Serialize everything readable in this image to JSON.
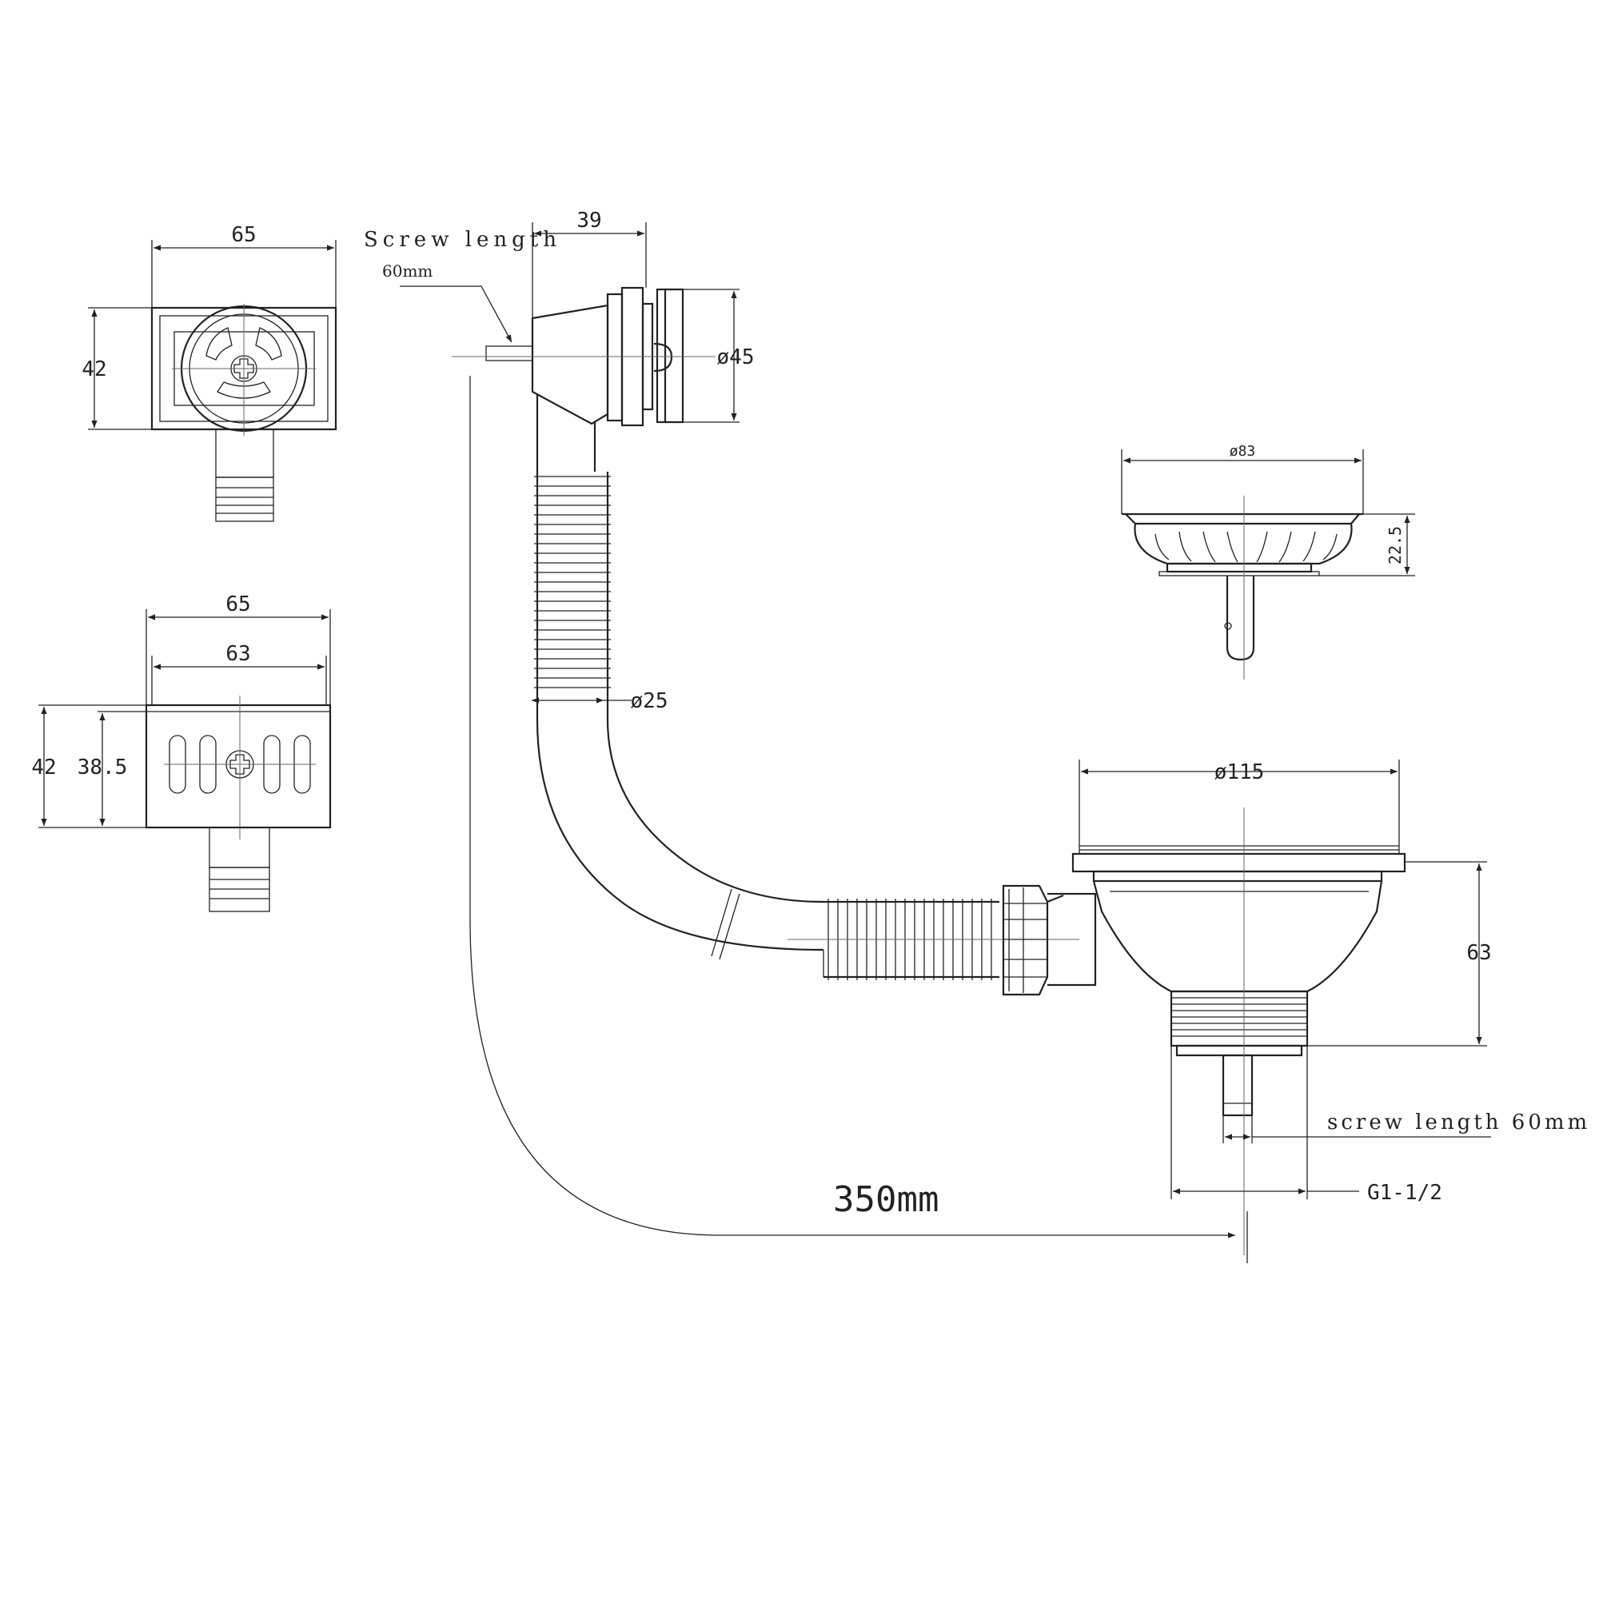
{
  "labels": {
    "top_view_width": "65",
    "top_view_height": "42",
    "side_view_width_outer": "65",
    "side_view_width_inner": "63",
    "side_view_height_outer": "42",
    "side_view_height_inner": "38.5",
    "screw_length_title": "Screw length",
    "screw_length_value": "60mm",
    "knob_depth": "39",
    "knob_diameter": "ø45",
    "hose_diameter": "ø25",
    "basket_diameter": "ø83",
    "basket_height": "22.5",
    "strainer_diameter": "ø115",
    "strainer_height": "63",
    "strainer_screw_length": "screw length 60mm",
    "thread_size": "G1-1/2",
    "cable_length": "350mm"
  }
}
